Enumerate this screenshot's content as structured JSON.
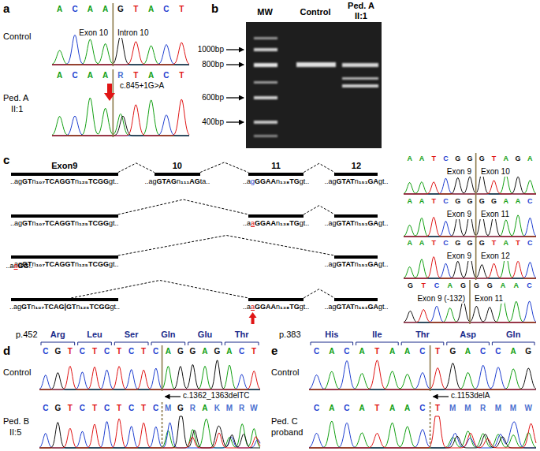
{
  "diagram": {
    "nodes": [
      {
        "text": [
          "Exon9",
          "..agGTn₁₀₇TCAGGTn₁₂₅TCGGgt.."
        ]
      },
      {
        "text": [
          "10",
          "..agGTAGn₁₁₁AGta.."
        ]
      },
      {
        "text": [
          "11",
          "..agGGAAn₁₃₈TGgt.."
        ]
      },
      {
        "text": [
          "12",
          "..agGTATn₁₅₁GAgt.."
        ]
      },
      {
        "text": [
          "..agGTn₁₀₇TCAGGTn₁₂₅TCGGgt.."
        ]
      },
      {
        "text": [
          "..aaGGAAn₁₃₈TGgt.."
        ]
      },
      {
        "text": [
          "..agGTATn₁₅₁GAgt.."
        ]
      },
      {
        "text": [
          "..agGTn₁₀₇TCAGGTn₁₂₅TCGGgt.."
        ]
      },
      {
        "text": [
          "..agGTATn₁₅₁GAgt.."
        ]
      },
      {
        "text": [
          "..agGTn₁₀₇TCAG|GTn₁₂₅TCGGgt.."
        ]
      },
      {
        "text": [
          "..aaGGAAn₁₃₈TGgt.."
        ]
      },
      {
        "text": [
          "..agGTATn₁₅₁GAgt.."
        ]
      }
    ],
    "edges": [
      {
        "from": 0,
        "to": 1,
        "arrow": "none"
      },
      {
        "from": 1,
        "to": 2,
        "arrow": "none"
      },
      {
        "from": 2,
        "to": 3,
        "arrow": "none"
      },
      {
        "from": 4,
        "to": 5,
        "arrow": "none"
      },
      {
        "from": 5,
        "to": 6,
        "arrow": "none"
      },
      {
        "from": 7,
        "to": 8,
        "arrow": "none"
      },
      {
        "from": 9,
        "to": 10,
        "arrow": "none"
      },
      {
        "from": 10,
        "to": 11,
        "arrow": "none"
      }
    ],
    "labels": [
      "a",
      "ACAAGTACT",
      "Control",
      "Exon 10",
      "Intron 10",
      "ACAARTACT",
      "Ped. A",
      "II:1",
      "c.845+1G>A",
      "b",
      "MW",
      "Control",
      "Ped. A",
      "II:1",
      "1000bp",
      "800bp",
      "600bp",
      "400bp",
      "c",
      "..aaGG..",
      "AATCGGGTAGA",
      "Exon 9",
      "Exon 10",
      "AATCGGGGAAC",
      "Exon 9",
      "Exon 11",
      "AATCGGGTATC",
      "Exon 9",
      "Exon 12",
      "GTCAGGGAAC",
      "Exon 9 (-132)",
      "Exon 11",
      "d",
      "p.452",
      "Arg",
      "Leu",
      "Ser",
      "Gln",
      "Glu",
      "Thr",
      "CGTCTCTCTCAGGAGACT",
      "Control",
      "CGTCTCTCTCMGRAKMRW",
      "Ped. B",
      "II:5",
      "c.1362_1363delTC",
      "e",
      "p.383",
      "His",
      "Ile",
      "Thr",
      "Asp",
      "Gln",
      "CACATAACTGACCAG",
      "Control",
      "CACATAACTMMRMMW",
      "Ped. C",
      "proband",
      "c.1153delA"
    ]
  }
}
